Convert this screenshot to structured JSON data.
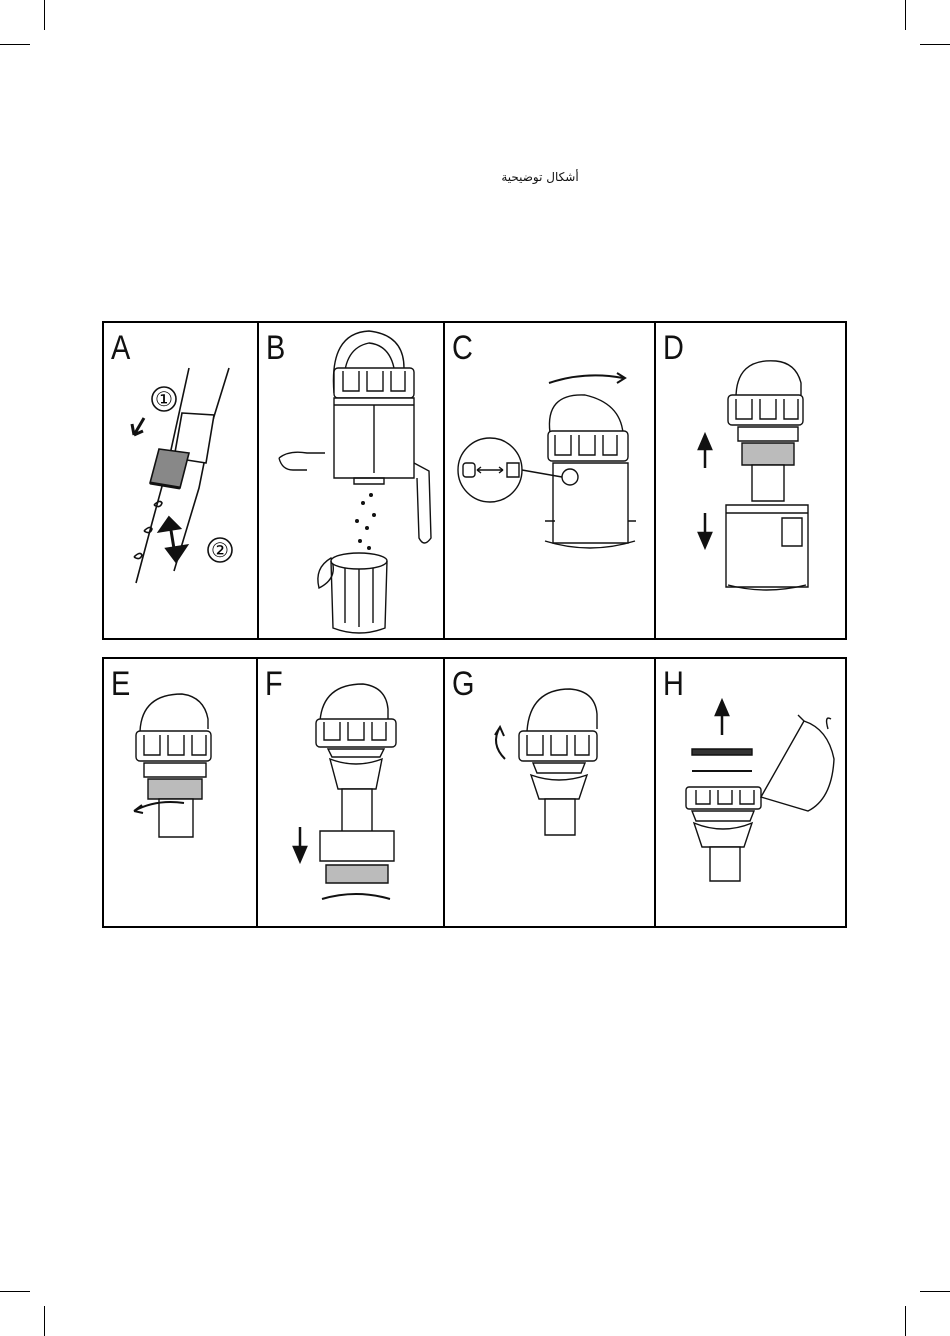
{
  "caption": "أشكال توضيحية",
  "panels": [
    {
      "id": "A",
      "letter": "A",
      "row": "top",
      "markers": [
        "①",
        "②"
      ]
    },
    {
      "id": "B",
      "letter": "B",
      "row": "top"
    },
    {
      "id": "C",
      "letter": "C",
      "row": "top"
    },
    {
      "id": "D",
      "letter": "D",
      "row": "top"
    },
    {
      "id": "E",
      "letter": "E",
      "row": "bottom"
    },
    {
      "id": "F",
      "letter": "F",
      "row": "bottom"
    },
    {
      "id": "G",
      "letter": "G",
      "row": "bottom"
    },
    {
      "id": "H",
      "letter": "H",
      "row": "bottom"
    }
  ]
}
